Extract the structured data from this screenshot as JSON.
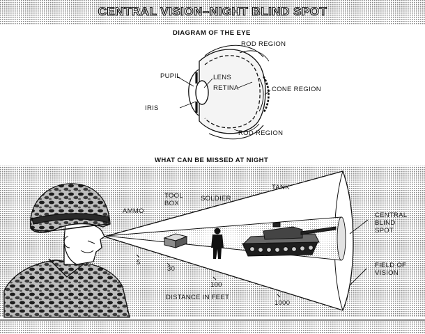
{
  "title": "CENTRAL VISION–NIGHT BLIND SPOT",
  "eye_diagram": {
    "title": "DIAGRAM OF THE EYE",
    "labels": {
      "rod_region_top": "ROD REGION",
      "pupil": "PUPIL",
      "lens": "LENS",
      "retina": "RETINA",
      "cone_region": "CONE REGION",
      "iris": "IRIS",
      "rod_region_bottom": "ROD REGION"
    }
  },
  "night_diagram": {
    "title": "WHAT CAN BE MISSED AT NIGHT",
    "labels": {
      "ammo": "AMMO",
      "tool_box": "TOOL\nBOX",
      "soldier": "SOLDIER",
      "tank": "TANK",
      "central_blind_spot": "CENTRAL\nBLIND\nSPOT",
      "field_of_vision": "FIELD OF\nVISION",
      "distance_axis": "DISTANCE IN FEET"
    },
    "distance_marks": [
      "5",
      "30",
      "100",
      "1000"
    ]
  },
  "colors": {
    "ink": "#111111",
    "paper": "#ffffff",
    "screen_tone": "#9a9a9a",
    "helmet_dark": "#2a2a2a"
  }
}
